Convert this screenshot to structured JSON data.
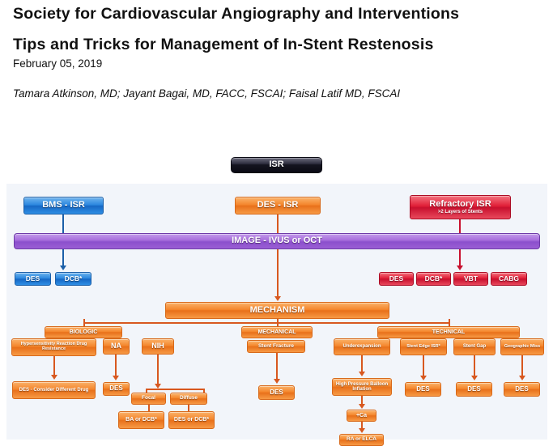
{
  "header": {
    "org_title": "Society for Cardiovascular Angiography and Interventions",
    "talk_title": "Tips and Tricks for Management of In-Stent Restenosis",
    "date": "February 05, 2019",
    "authors": "Tamara Atkinson, MD; Jayant Bagai, MD, FACC, FSCAI; Faisal Latif MD, FSCAI"
  },
  "colors": {
    "dark": "#14141f",
    "blue": "#2b87df",
    "orange": "#f4862c",
    "red": "#e01e37",
    "purple": "#a86fdd",
    "canvas": "#f2f5fa"
  },
  "diagram": {
    "root": "ISR",
    "bms_isr": "BMS - ISR",
    "des_isr": "DES - ISR",
    "refractory_isr": "Refractory ISR",
    "refractory_isr_sub": ">2 Layers of Stents",
    "image_bar": "IMAGE - IVUS or OCT",
    "bms_options": [
      "DES",
      "DCB*"
    ],
    "refractory_options": [
      "DES",
      "DCB*",
      "VBT",
      "CABG"
    ],
    "mechanism": "MECHANISM",
    "branch_biologic": "BIOLOGIC",
    "branch_mechanical": "MECHANICAL",
    "branch_technical": "TECHNICAL",
    "biologic": {
      "hypersensitivity": "Hypersensitivity Reaction Drug Resistance",
      "hypersensitivity_out": "DES - Consider Different Drug",
      "na": "NA",
      "na_out": "DES",
      "nih": "NIH",
      "nih_focal": "Focal",
      "nih_diffuse": "Diffuse",
      "focal_out": "BA or DCB*",
      "diffuse_out": "DES or DCB*"
    },
    "mechanical": {
      "stent_fracture": "Stent Fracture",
      "stent_fracture_out": "DES"
    },
    "technical": {
      "underexpansion": "Underexpansion",
      "high_pressure": "High Pressure Balloon Inflation",
      "calcium": "+Ca",
      "calcium_out": "RA or ELCA",
      "stent_edge": "Stent Edge ISR*",
      "stent_edge_out": "DES",
      "stent_gap": "Stent Gap",
      "stent_gap_out": "DES",
      "geographic_miss": "Geographic Miss",
      "geographic_miss_out": "DES"
    }
  }
}
